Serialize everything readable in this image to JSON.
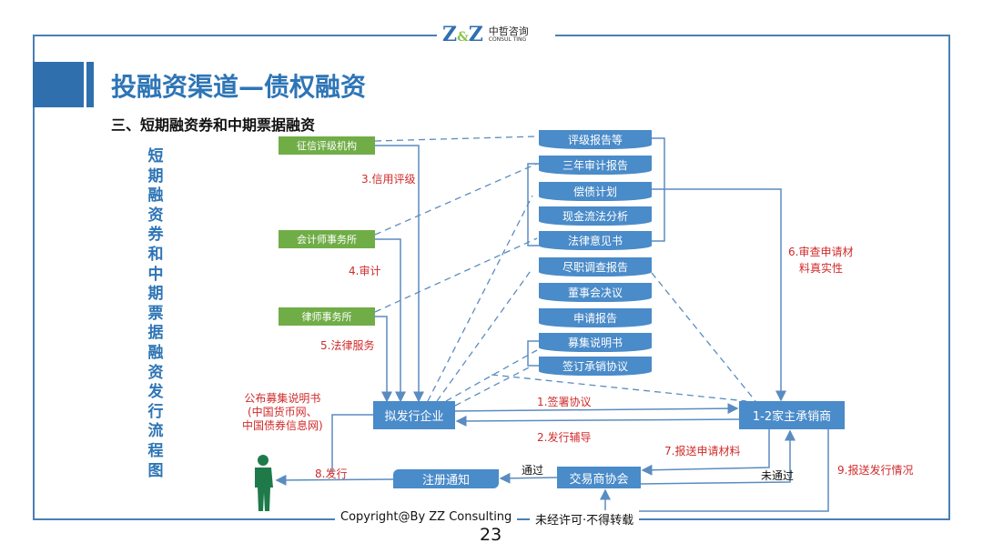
{
  "logo": {
    "mark": "Z&Z",
    "cn": "中哲咨询",
    "en": "CONSUL TING"
  },
  "title": "投融资渠道—债权融资",
  "subtitle": "三、短期融资券和中期票据融资",
  "vertical_title": "短期融资券和中期票据融资发行流程图",
  "agencies": [
    "征信评级机构",
    "会计师事务所",
    "律师事务所"
  ],
  "documents": [
    "评级报告等",
    "三年审计报告",
    "偿债计划",
    "现金流法分析",
    "法律意见书",
    "尽职调查报告",
    "董事会决议",
    "申请报告",
    "募集说明书",
    "签订承销协议"
  ],
  "nodes": {
    "issuer": "拟发行企业",
    "underwriter": "1-2家主承销商",
    "nafmii": "交易商协会",
    "notice": "注册通知"
  },
  "steps": {
    "s1": "1.签署协议",
    "s2": "2.发行辅导",
    "s3": "3.信用评级",
    "s4": "4.审计",
    "s5": "5.法律服务",
    "s6a": "6.审查申请材",
    "s6b": "料真实性",
    "s7": "7.报送申请材料",
    "s8": "8.发行",
    "s9": "9.报送发行情况"
  },
  "publish": [
    "公布募集说明书",
    "(中国货币网、",
    "中国债券信息网)"
  ],
  "pass": "通过",
  "fail": "未通过",
  "footer": {
    "copyright": "Copyright@By ZZ Consulting",
    "notice": "未经许可·不得转载",
    "page": "23"
  }
}
